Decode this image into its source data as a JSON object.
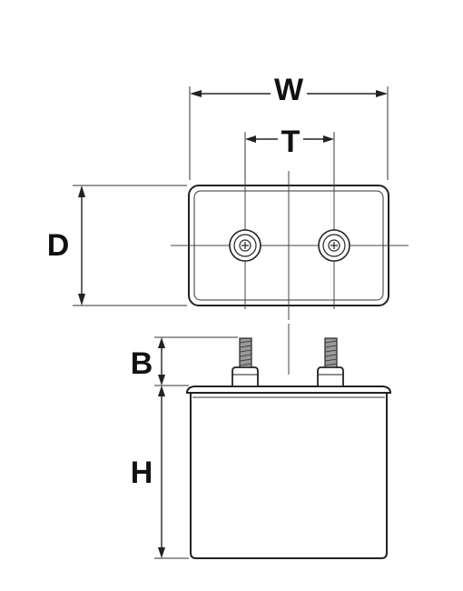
{
  "labels": {
    "width": "W",
    "terminal_spacing": "T",
    "depth": "D",
    "terminal_height": "B",
    "height": "H"
  }
}
